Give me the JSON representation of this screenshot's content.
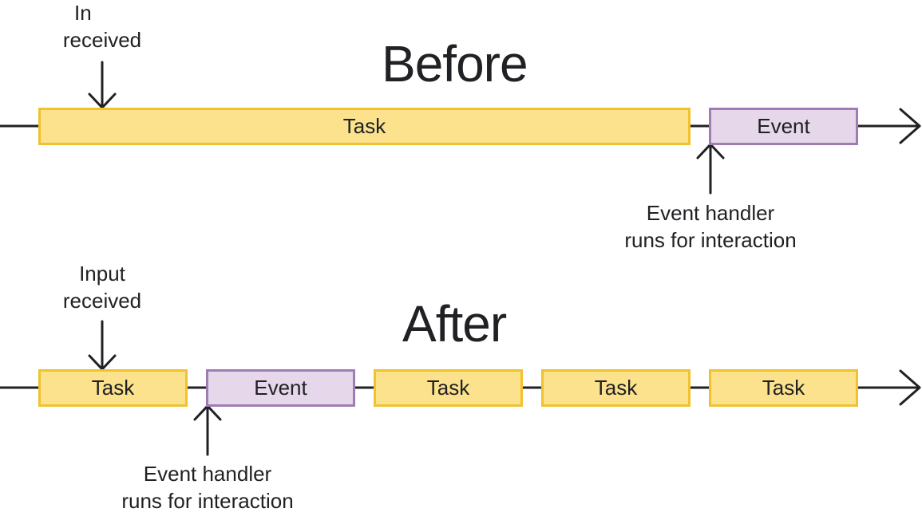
{
  "before": {
    "title": "Before",
    "input_label": [
      "In",
      "received"
    ],
    "handler_label": [
      "Event handler",
      "runs for interaction"
    ],
    "blocks": [
      {
        "kind": "task",
        "label": "Task"
      },
      {
        "kind": "event",
        "label": "Event"
      }
    ]
  },
  "after": {
    "title": "After",
    "input_label": [
      "Input",
      "received"
    ],
    "handler_label": [
      "Event handler",
      "runs for interaction"
    ],
    "blocks": [
      {
        "kind": "task",
        "label": "Task"
      },
      {
        "kind": "event",
        "label": "Event"
      },
      {
        "kind": "task",
        "label": "Task"
      },
      {
        "kind": "task",
        "label": "Task"
      },
      {
        "kind": "task",
        "label": "Task"
      }
    ]
  },
  "colors": {
    "task_fill": "#fce28c",
    "task_border": "#f0c22e",
    "event_fill": "#e6d7ea",
    "event_border": "#a07cb5",
    "line": "#202124"
  }
}
